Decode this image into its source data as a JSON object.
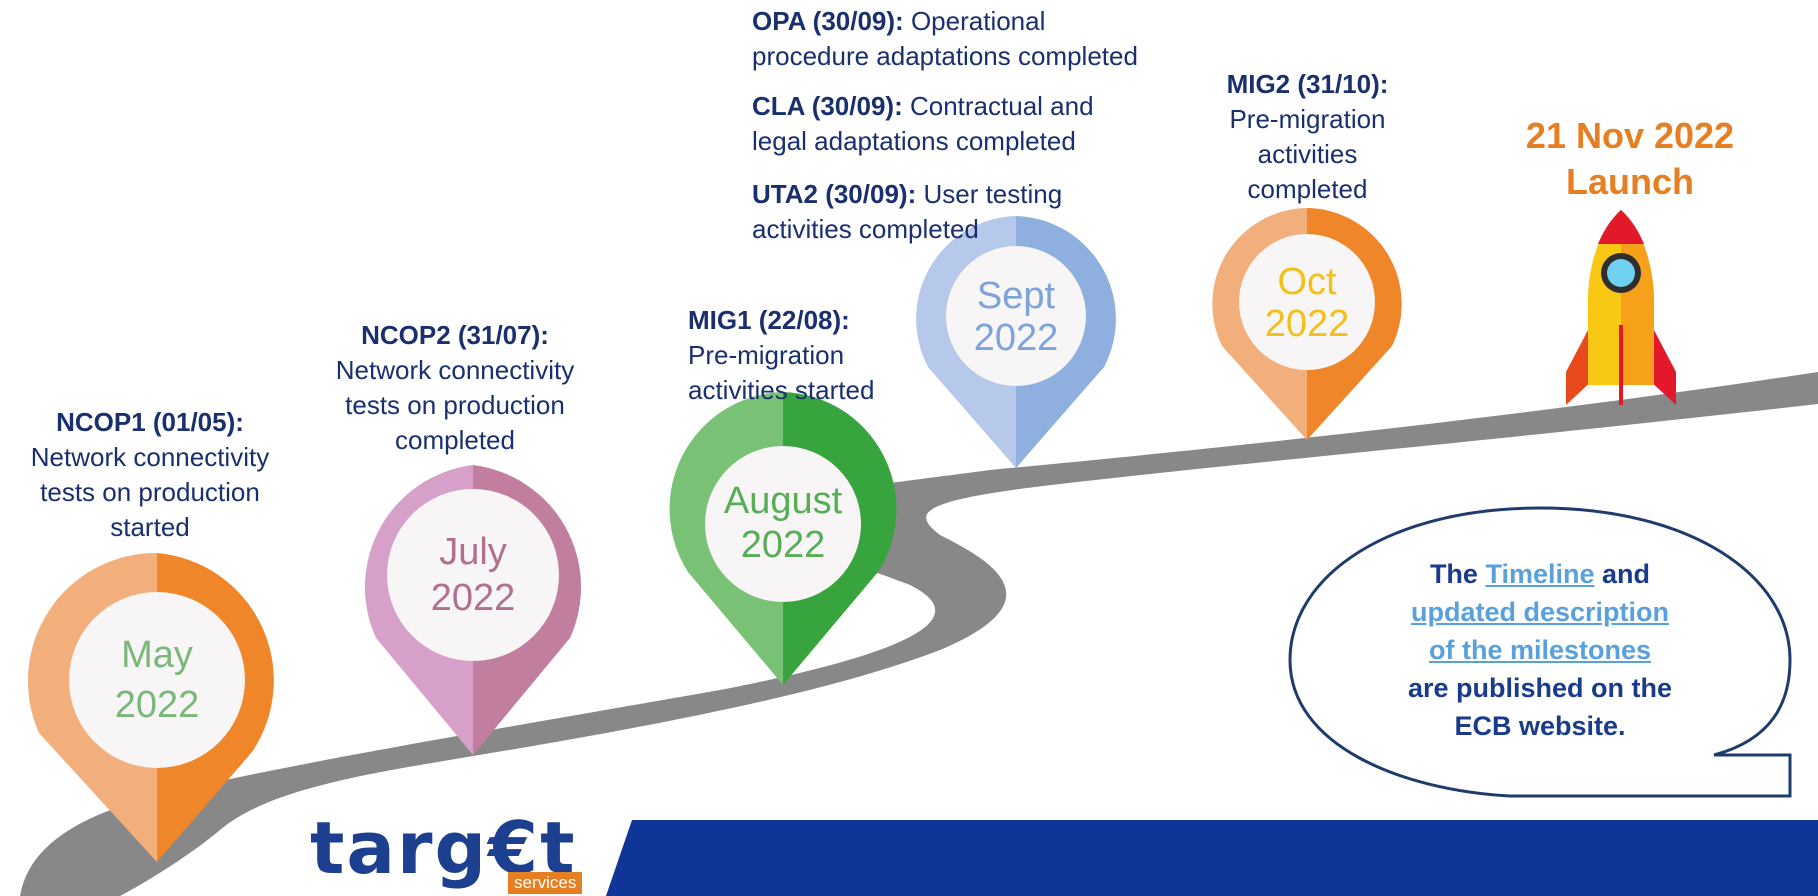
{
  "pins": [
    {
      "month": "May",
      "year": "2022",
      "light": "#f2ae7b",
      "dark": "#ef8629",
      "text_color": "#7ab87a"
    },
    {
      "month": "July",
      "year": "2022",
      "light": "#d7a0c9",
      "dark": "#c27e9e",
      "text_color": "#b0708e"
    },
    {
      "month": "August",
      "year": "2022",
      "light": "#79c275",
      "dark": "#38a43d",
      "text_color": "#58ad56"
    },
    {
      "month": "Sept",
      "year": "2022",
      "light": "#b6c9ea",
      "dark": "#8fb0de",
      "text_color": "#7ea3dc"
    },
    {
      "month": "Oct",
      "year": "2022",
      "light": "#f2ae7b",
      "dark": "#ef8629",
      "text_color": "#f3c01b"
    }
  ],
  "milestones": {
    "ncop1": {
      "code": "NCOP1 (01/05):",
      "l1": "Network connectivity",
      "l2": "tests on production",
      "l3": "started"
    },
    "ncop2": {
      "code": "NCOP2 (31/07):",
      "l1": "Network connectivity",
      "l2": "tests on production",
      "l3": "completed"
    },
    "mig1": {
      "code": "MIG1 (22/08):",
      "l1": "Pre-migration",
      "l2": "activities started"
    },
    "opa": {
      "code": "OPA (30/09):",
      "desc1": "Operational",
      "l2": "procedure adaptations completed"
    },
    "cla": {
      "code": "CLA (30/09):",
      "desc1": "Contractual and",
      "l2": "legal adaptations completed"
    },
    "uta2": {
      "code": "UTA2 (30/09):",
      "desc1": "User testing",
      "l2": "activities completed"
    },
    "mig2": {
      "code": "MIG2 (31/10):",
      "l1": "Pre-migration",
      "l2": "activities",
      "l3": "completed"
    }
  },
  "launch": {
    "date": "21 Nov 2022",
    "label": "Launch"
  },
  "bubble": {
    "the": "The",
    "link1": "Timeline",
    "and": "and",
    "link2a": "updated description",
    "link2b": "of the milestones",
    "line4": "are published on the",
    "line5": "ECB website."
  },
  "logo": {
    "word": "targ€t",
    "sub": "services"
  },
  "colors": {
    "navy": "#1a2f6d",
    "band": "#0f3599",
    "road": "#888888",
    "launch": "#e67e22",
    "link": "#5aa0da"
  }
}
